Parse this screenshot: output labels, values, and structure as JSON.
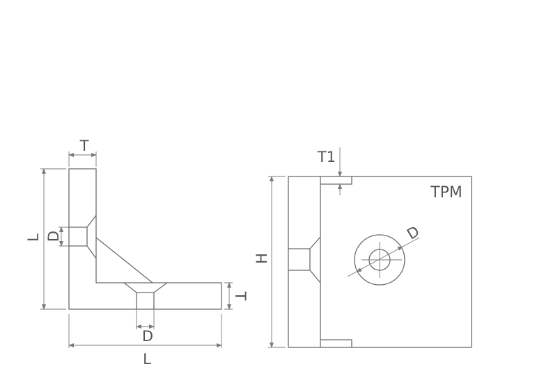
{
  "left_view": {
    "labels": {
      "thickness_top": "T",
      "length_vertical": "L",
      "hole_diameter_vertical": "D",
      "thickness_right": "T",
      "hole_diameter_bottom": "D",
      "length_bottom": "L"
    }
  },
  "right_view": {
    "labels": {
      "thickness_t1": "T1",
      "height": "H",
      "diameter": "D",
      "model": "TPM"
    }
  },
  "colors": {
    "line": "#6b6b6b",
    "text": "#555555"
  }
}
